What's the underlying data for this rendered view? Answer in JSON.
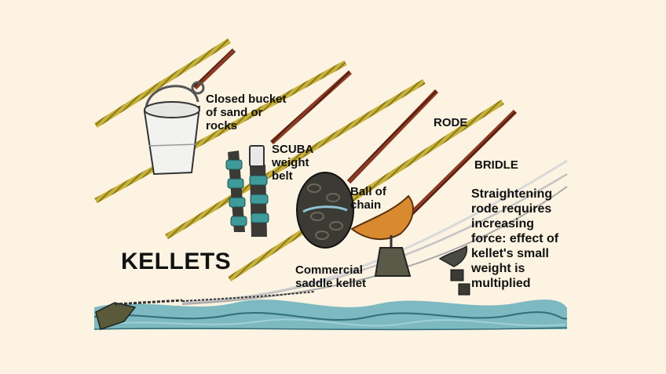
{
  "diagram": {
    "title": "KELLETS",
    "labels": {
      "bucket": "Closed bucket\nof sand or\nrocks",
      "scuba": "SCUBA\nweight\nbelt",
      "ball": "Ball of\nchain",
      "saddle": "Commercial\nsaddle kellet",
      "rode": "RODE",
      "bridle": "BRIDLE",
      "note": "Straightening\nrode requires\nincreasing\nforce: effect of\nkellet's small\nweight is\nmultiplied"
    }
  },
  "colors": {
    "background": "#fcf3e2",
    "rode": "#c9b23a",
    "bridle": "#8c3a22",
    "water": "#6fb3bd",
    "kellet_dark": "#3b3a34",
    "scuba_band": "#3f9a9a",
    "saddle": "#d9892e"
  },
  "icons": {
    "bucket": "bucket-kellet-icon",
    "scuba": "scuba-weight-belt-icon",
    "ball": "ball-of-chain-icon",
    "saddle": "saddle-kellet-icon",
    "anchor": "anchor-icon"
  }
}
